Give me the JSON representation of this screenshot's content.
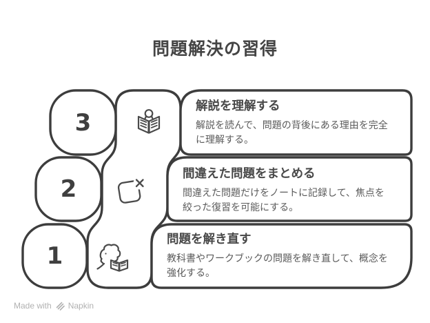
{
  "title": "問題解決の習得",
  "steps": [
    {
      "number": "3",
      "heading": "解説を理解する",
      "body": "解説を読んで、問題の背後にある理由を完全に理解する。",
      "icon": "reading-document-icon"
    },
    {
      "number": "2",
      "heading": "間違えた問題をまとめる",
      "body": "間違えた問題だけをノートに記録して、焦点を絞った復習を可能にする。",
      "icon": "wrong-note-icon"
    },
    {
      "number": "1",
      "heading": "問題を解き直す",
      "body": "教科書やワークブックの問題を解き直して、概念を強化する。",
      "icon": "rethink-reader-icon"
    }
  ],
  "footer": {
    "made_with": "Made with",
    "brand": "Napkin"
  },
  "colors": {
    "outline": "#3d3d3d",
    "icon_stroke": "#4a4a4a",
    "title_text": "#454545",
    "heading_text": "#484848",
    "body_text": "#5a5a5a",
    "footer_text": "#b1b1b1",
    "background": "#ffffff"
  }
}
